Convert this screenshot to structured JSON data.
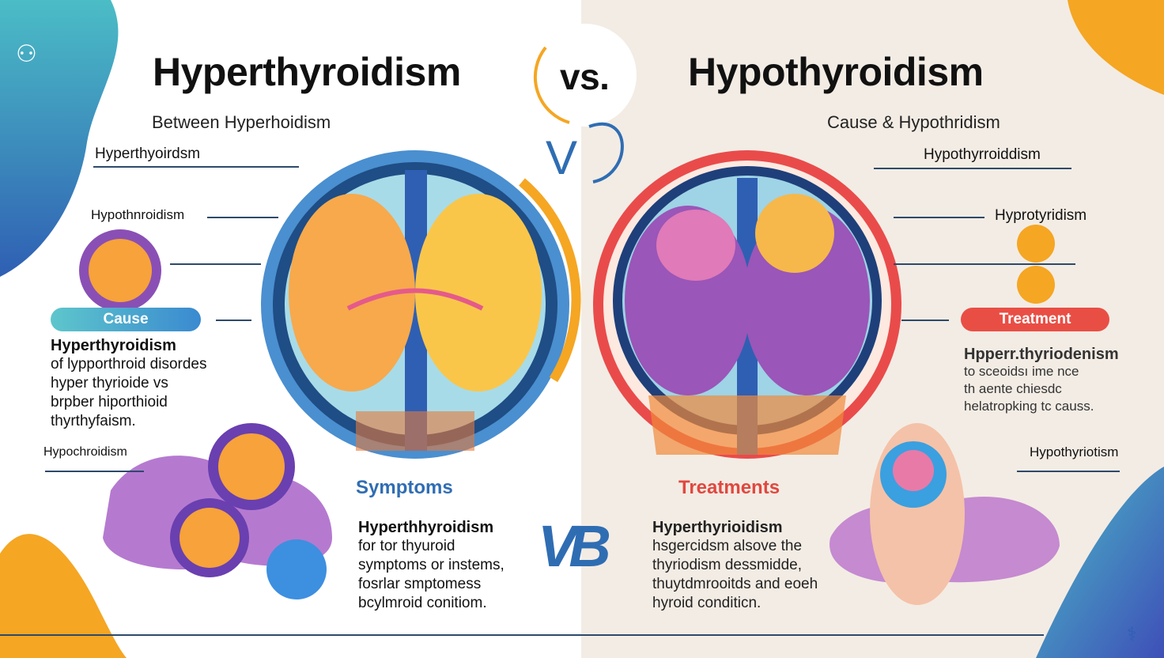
{
  "header": {
    "left_title": "Hyperthyroidism",
    "vs": "vs.",
    "right_title": "Hypothyroidism",
    "left_subtitle": "Between Hyperhoidism",
    "right_subtitle": "Cause & Hypothridism"
  },
  "left": {
    "label1": "Hyperthyoirdsm",
    "label2": "Hypothnroidism",
    "label3": "Hypochroidism",
    "cause_pill": "Cause",
    "cause_title": "Hyperthyroidism",
    "cause_text": "of lypporthroid disordes\nhyper thyrioide vs\nbrpber hiporthioid\nthyrthyfaism.",
    "symptoms_heading": "Symptoms",
    "symptoms_title": "Hyperthhyroidism",
    "symptoms_text": "for tor thyuroid\nsymptoms or instems,\nfosrlar smptomess\nbcylmroid conitiom."
  },
  "right": {
    "label1": "Hypothyrroiddism",
    "label2": "Hyprotyridism",
    "label3": "Hypothyriotism",
    "treatment_pill": "Treatment",
    "treatment_title": "Hpperr.thyriodenism",
    "treatment_text": "to sceoidsı ime nce\nth aente chiesdc\nhelatropking tc causs.",
    "treatments_heading": "Treatments",
    "treatments_title": "Hyperthyrioidism",
    "treatments_text": "hsgercidsm alsove the\nthyriodism dessmidde,\nthuytdmrooitds and eoeh\nhyroid conditicn."
  },
  "center_mark": "VB",
  "colors": {
    "blue": "#2f6db3",
    "red": "#e2483f",
    "teal": "#4bbdc6",
    "orange": "#f5a623",
    "purple": "#7d4bb5",
    "beige": "#f3ece4"
  }
}
